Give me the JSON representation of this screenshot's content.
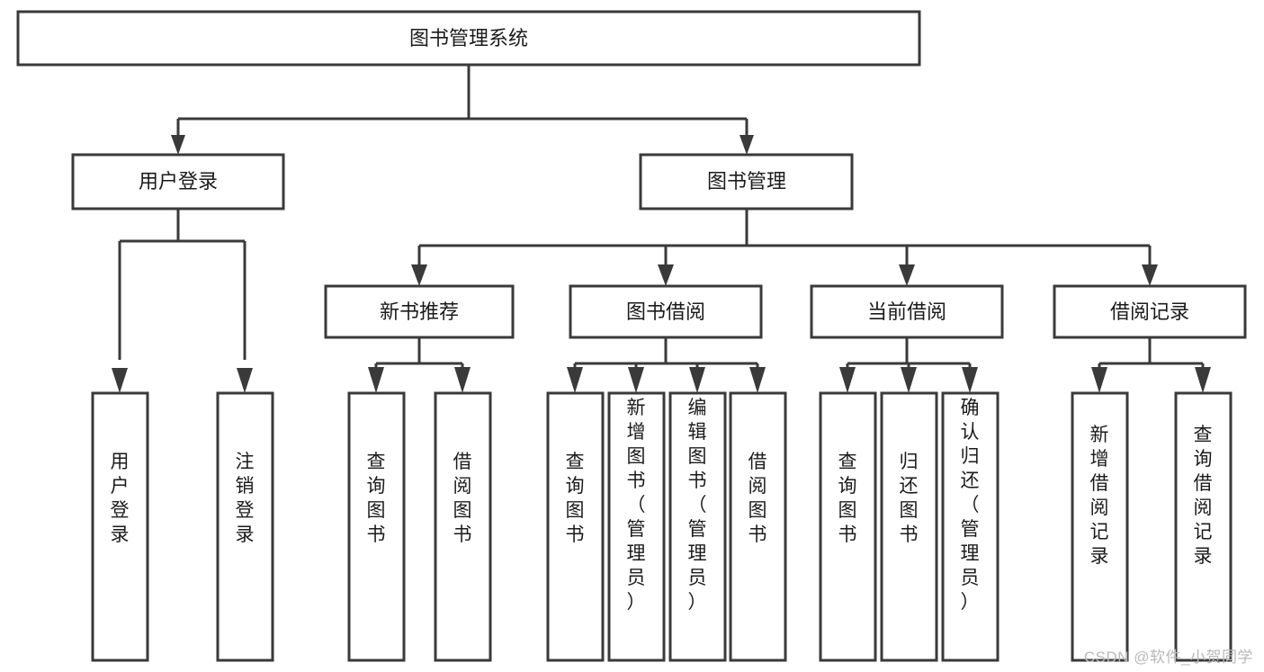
{
  "diagram": {
    "type": "tree",
    "title": "图书管理系统",
    "orientation": "top-down",
    "watermark": "CSDN @软件_小贺同学",
    "colors": {
      "box_stroke": "#3a3a3a",
      "box_fill": "#ffffff",
      "connector": "#3a3a3a",
      "text": "#1b1b1b",
      "background": "#ffffff",
      "watermark": "#b9b9b9"
    },
    "nodes": {
      "root": {
        "label": "图书管理系统",
        "level": 1,
        "orientation": "horizontal"
      },
      "l2": [
        {
          "id": "user-login",
          "label": "用户登录",
          "level": 2,
          "orientation": "horizontal"
        },
        {
          "id": "book-manage",
          "label": "图书管理",
          "level": 2,
          "orientation": "horizontal"
        }
      ],
      "l3": [
        {
          "id": "new-book-recommend",
          "label": "新书推荐",
          "level": 3,
          "orientation": "horizontal",
          "parent": "book-manage"
        },
        {
          "id": "book-borrow",
          "label": "图书借阅",
          "level": 3,
          "orientation": "horizontal",
          "parent": "book-manage"
        },
        {
          "id": "current-borrow",
          "label": "当前借阅",
          "level": 3,
          "orientation": "horizontal",
          "parent": "book-manage"
        },
        {
          "id": "borrow-record",
          "label": "借阅记录",
          "level": 3,
          "orientation": "horizontal",
          "parent": "book-manage"
        }
      ],
      "leaves": [
        {
          "id": "leaf-user-login",
          "label": "用户登录",
          "parent": "user-login",
          "orientation": "vertical"
        },
        {
          "id": "leaf-user-logout",
          "label": "注销登录",
          "parent": "user-login",
          "orientation": "vertical"
        },
        {
          "id": "leaf-query-book-1",
          "label": "查询图书",
          "parent": "new-book-recommend",
          "orientation": "vertical"
        },
        {
          "id": "leaf-borrow-book-1",
          "label": "借阅图书",
          "parent": "new-book-recommend",
          "orientation": "vertical"
        },
        {
          "id": "leaf-query-book-2",
          "label": "查询图书",
          "parent": "book-borrow",
          "orientation": "vertical"
        },
        {
          "id": "leaf-add-book",
          "label": "新增图书（管理员）",
          "parent": "book-borrow",
          "orientation": "vertical"
        },
        {
          "id": "leaf-edit-book",
          "label": "编辑图书（管理员）",
          "parent": "book-borrow",
          "orientation": "vertical"
        },
        {
          "id": "leaf-borrow-book-2",
          "label": "借阅图书",
          "parent": "book-borrow",
          "orientation": "vertical"
        },
        {
          "id": "leaf-query-book-3",
          "label": "查询图书",
          "parent": "current-borrow",
          "orientation": "vertical"
        },
        {
          "id": "leaf-return-book",
          "label": "归还图书",
          "parent": "current-borrow",
          "orientation": "vertical"
        },
        {
          "id": "leaf-confirm-return",
          "label": "确认归还（管理员）",
          "parent": "current-borrow",
          "orientation": "vertical"
        },
        {
          "id": "leaf-add-record",
          "label": "新增借阅记录",
          "parent": "borrow-record",
          "orientation": "vertical"
        },
        {
          "id": "leaf-query-record",
          "label": "查询借阅记录",
          "parent": "borrow-record",
          "orientation": "vertical"
        }
      ]
    }
  }
}
